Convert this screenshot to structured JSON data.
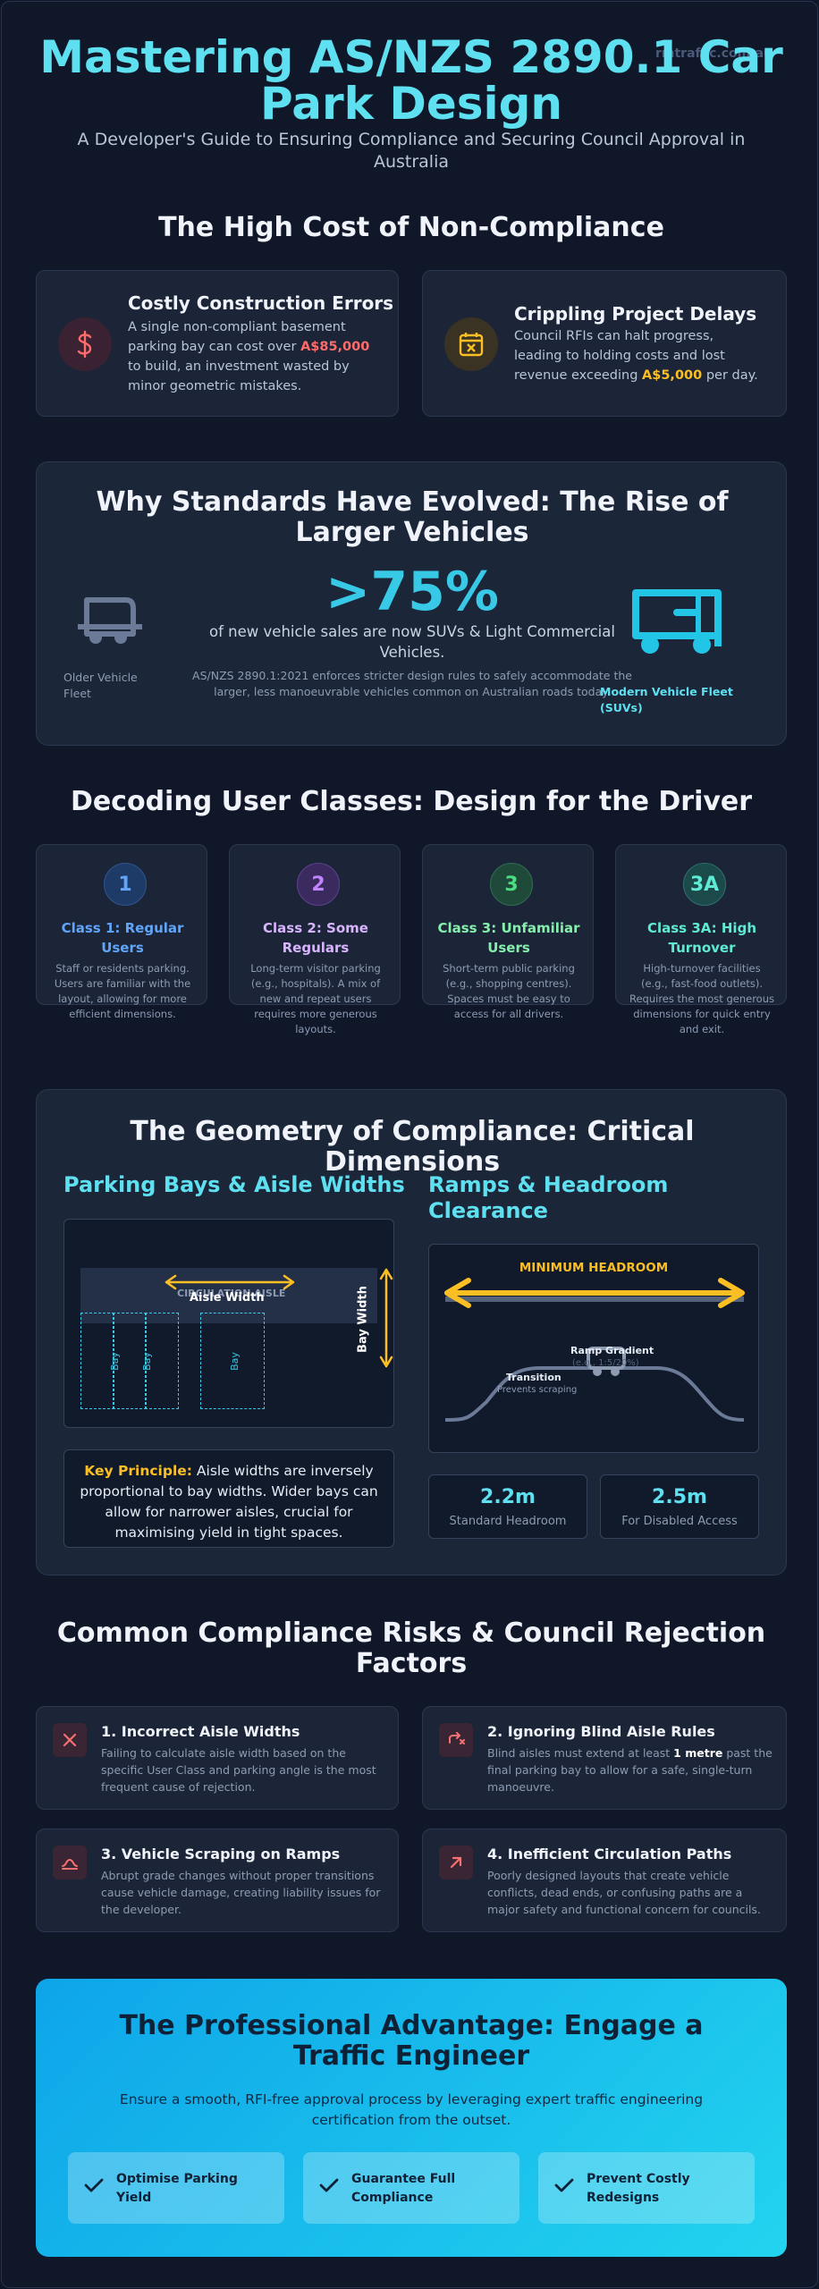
{
  "header": {
    "watermark": "rmtraffic.com.au",
    "title": "Mastering AS/NZS 2890.1 Car Park Design",
    "subtitle": "A Developer's Guide to Ensuring Compliance and Securing Council Approval in Australia"
  },
  "cost": {
    "title": "The High Cost of Non-Compliance",
    "cards": [
      {
        "icon": "dollar-icon",
        "title": "Costly Construction Errors",
        "text_before": "A single non-compliant basement parking bay can cost over ",
        "highlight": "A$85,000",
        "text_after": " to build, an investment wasted by minor geometric mistakes.",
        "accent": "#ff6b6b"
      },
      {
        "icon": "calendar-x-icon",
        "title": "Crippling Project Delays",
        "text_before": "Council RFIs can halt progress, leading to holding costs and lost revenue exceeding ",
        "highlight": "A$5,000",
        "text_after": " per day.",
        "accent": "#fbbf24"
      }
    ]
  },
  "evolved": {
    "title": "Why Standards Have Evolved: The Rise of Larger Vehicles",
    "stat": ">75%",
    "stat_desc": "of new vehicle sales are now SUVs & Light Commercial Vehicles.",
    "note": "AS/NZS 2890.1:2021 enforces stricter design rules to safely accommodate the larger, less manoeuvrable vehicles common on Australian roads today.",
    "old_label": "Older Vehicle Fleet",
    "new_label": "Modern Vehicle Fleet (SUVs)"
  },
  "classes": {
    "title": "Decoding User Classes: Design for the Driver",
    "items": [
      {
        "badge": "1",
        "title": "Class 1: Regular Users",
        "text": "Staff or residents parking. Users are familiar with the layout, allowing for more efficient dimensions.",
        "color": "#60a5fa",
        "bg": "#1e3a66"
      },
      {
        "badge": "2",
        "title": "Class 2: Some Regulars",
        "text": "Long-term visitor parking (e.g., hospitals). A mix of new and repeat users requires more generous layouts.",
        "color": "#c084fc",
        "bg": "#3b2a5e"
      },
      {
        "badge": "3",
        "title": "Class 3: Unfamiliar Users",
        "text": "Short-term public parking (e.g., shopping centres). Spaces must be easy to access for all drivers.",
        "color": "#4ade80",
        "bg": "#1f4a3a"
      },
      {
        "badge": "3A",
        "title": "Class 3A: High Turnover",
        "text": "High-turnover facilities (e.g., fast-food outlets). Requires the most generous dimensions for quick entry and exit.",
        "color": "#5eead4",
        "bg": "#1c4a4a"
      }
    ]
  },
  "geometry": {
    "title": "The Geometry of Compliance: Critical Dimensions",
    "left_heading": "Parking Bays & Aisle Widths",
    "right_heading": "Ramps & Headroom Clearance",
    "diagram": {
      "aisle_label": "CIRCULATION AISLE",
      "aisle_width_label": "Aisle Width",
      "bay_label": "Bay",
      "bay_width_label": "Bay Width",
      "headroom_label": "MINIMUM HEADROOM",
      "ramp_gradient_label": "Ramp Gradient",
      "ramp_gradient_value": "(e.g., 1:5/20%)",
      "transition_label": "Transition",
      "transition_note": "Prevents scraping"
    },
    "key_label": "Key Principle:",
    "key_text": " Aisle widths are inversely proportional to bay widths. Wider bays can allow for narrower aisles, crucial for maximising yield in tight spaces.",
    "dims": [
      {
        "value": "2.2m",
        "label": "Standard Headroom"
      },
      {
        "value": "2.5m",
        "label": "For Disabled Access"
      }
    ]
  },
  "risks": {
    "title": "Common Compliance Risks & Council Rejection Factors",
    "items": [
      {
        "icon": "x-icon",
        "title": "1. Incorrect Aisle Widths",
        "text_before": "Failing to calculate aisle width based on the specific User Class and parking angle is the most frequent cause of rejection.",
        "highlight": "",
        "text_after": ""
      },
      {
        "icon": "no-through-road-icon",
        "title": "2. Ignoring Blind Aisle Rules",
        "text_before": "Blind aisles must extend at least ",
        "highlight": "1 metre",
        "text_after": " past the final parking bay to allow for a safe, single-turn manoeuvre."
      },
      {
        "icon": "ramp-scrape-icon",
        "title": "3. Vehicle Scraping on Ramps",
        "text_before": "Abrupt grade changes without proper transitions cause vehicle damage, creating liability issues for the developer.",
        "highlight": "",
        "text_after": ""
      },
      {
        "icon": "arrow-up-right-icon",
        "title": "4. Inefficient Circulation Paths",
        "text_before": "Poorly designed layouts that create vehicle conflicts, dead ends, or confusing paths are a major safety and functional concern for councils.",
        "highlight": "",
        "text_after": ""
      }
    ]
  },
  "cta": {
    "title": "The Professional Advantage: Engage a Traffic Engineer",
    "subtitle": "Ensure a smooth, RFI-free approval process by leveraging expert traffic engineering certification from the outset.",
    "buttons": [
      "Optimise Parking Yield",
      "Guarantee Full Compliance",
      "Prevent Costly Redesigns"
    ]
  }
}
